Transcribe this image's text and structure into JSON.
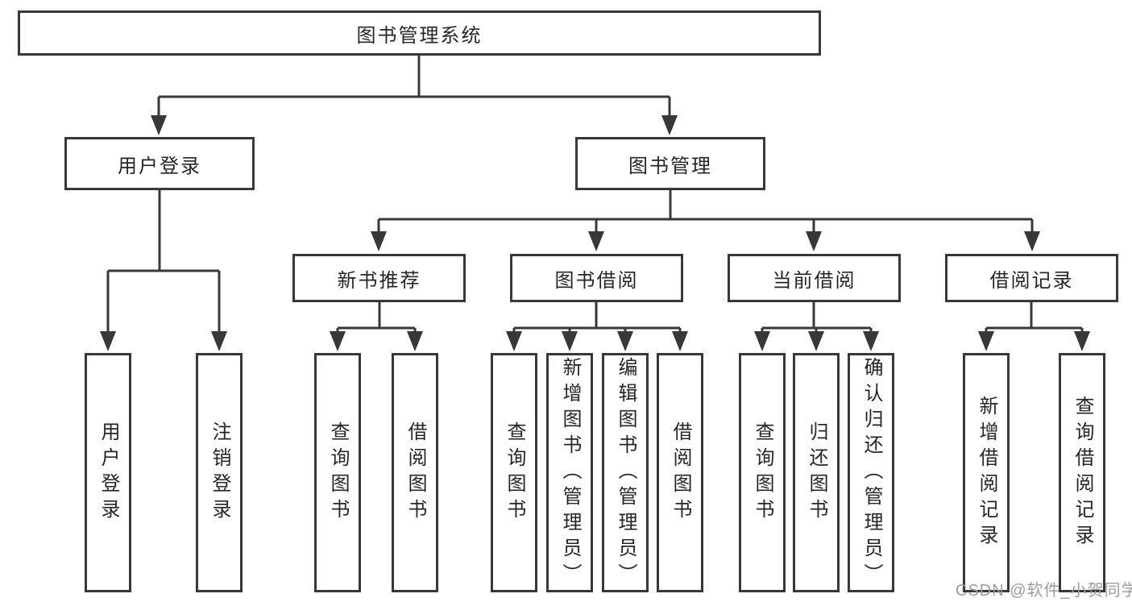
{
  "diagram": {
    "root": {
      "label": "图书管理系统"
    },
    "branches": {
      "user_login": {
        "label": "用户登录",
        "children": [
          {
            "label": "用户登录"
          },
          {
            "label": "注销登录"
          }
        ]
      },
      "book_management": {
        "label": "图书管理",
        "sections": [
          {
            "label": "新书推荐",
            "children": [
              {
                "label": "查询图书"
              },
              {
                "label": "借阅图书"
              }
            ]
          },
          {
            "label": "图书借阅",
            "children": [
              {
                "label": "查询图书"
              },
              {
                "label": "新增图书（管理员）"
              },
              {
                "label": "编辑图书（管理员）"
              },
              {
                "label": "借阅图书"
              }
            ]
          },
          {
            "label": "当前借阅",
            "children": [
              {
                "label": "查询图书"
              },
              {
                "label": "归还图书"
              },
              {
                "label": "确认归还（管理员）"
              }
            ]
          },
          {
            "label": "借阅记录",
            "children": [
              {
                "label": "新增借阅记录"
              },
              {
                "label": "查询借阅记录"
              }
            ]
          }
        ]
      }
    }
  },
  "watermark": {
    "text": "CSDN @软件_小贺同学"
  },
  "colors": {
    "line": "#383838",
    "text": "#262626",
    "background": "#ffffff",
    "watermark": "#9c9c9c"
  }
}
